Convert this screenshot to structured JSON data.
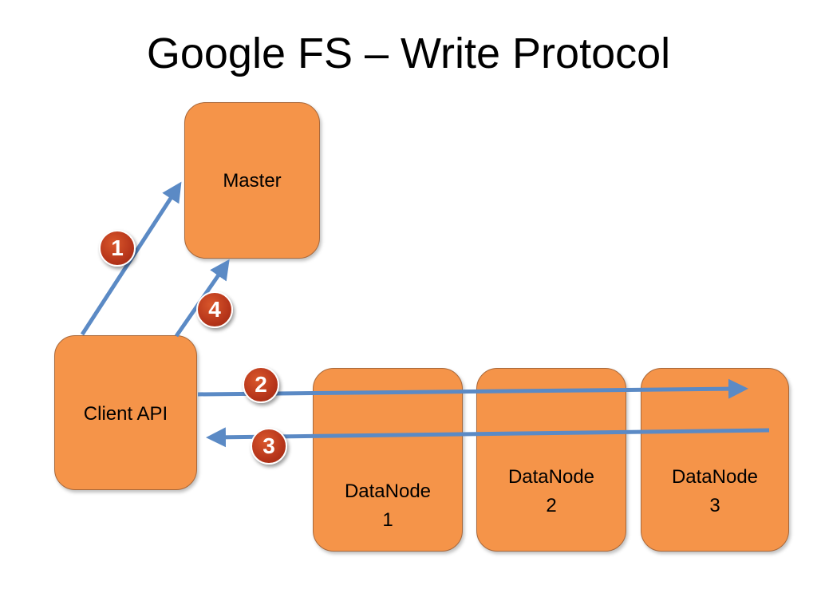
{
  "slide": {
    "title": "Google FS – Write Protocol"
  },
  "nodes": {
    "master": "Master",
    "client": "Client API",
    "datanode1": {
      "line1": "DataNode",
      "line2": "1"
    },
    "datanode2": {
      "line1": "DataNode",
      "line2": "2"
    },
    "datanode3": {
      "line1": "DataNode",
      "line2": "3"
    }
  },
  "steps": [
    "1",
    "2",
    "3",
    "4"
  ],
  "colors": {
    "node_fill": "#f59449",
    "arrow": "#5b8ac5",
    "badge": "#b7361b"
  }
}
